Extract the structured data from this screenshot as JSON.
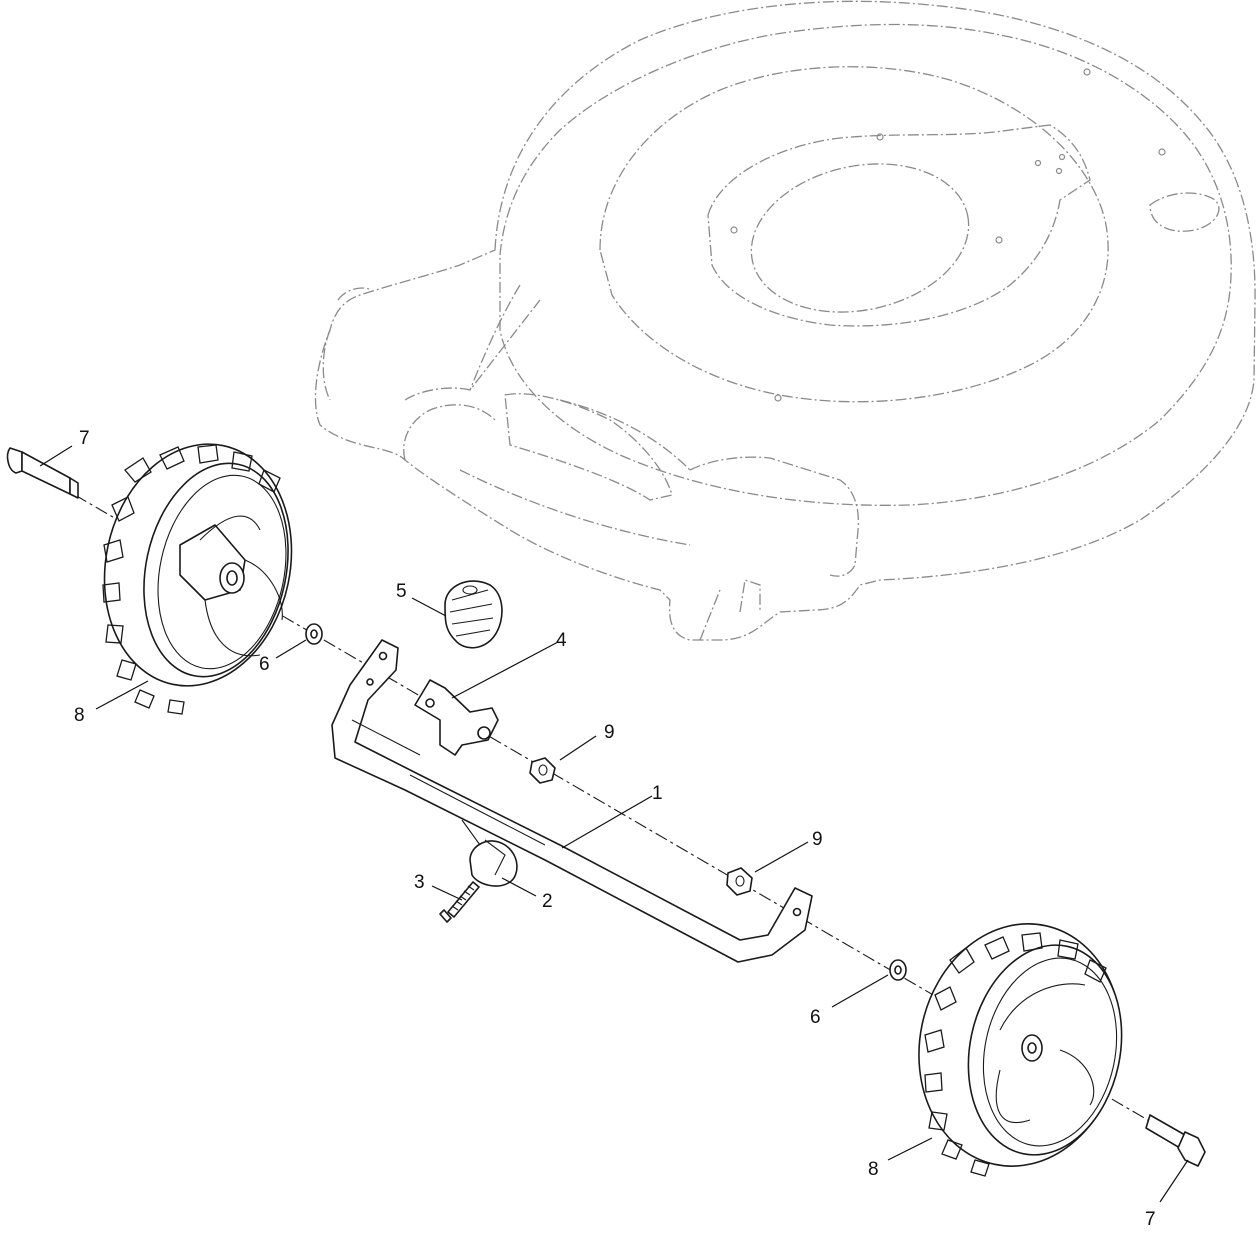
{
  "callouts": {
    "c1": "1",
    "c2": "2",
    "c3": "3",
    "c4": "4",
    "c5": "5",
    "c6a": "6",
    "c6b": "6",
    "c7a": "7",
    "c7b": "7",
    "c8a": "8",
    "c8b": "8",
    "c9a": "9",
    "c9b": "9"
  }
}
